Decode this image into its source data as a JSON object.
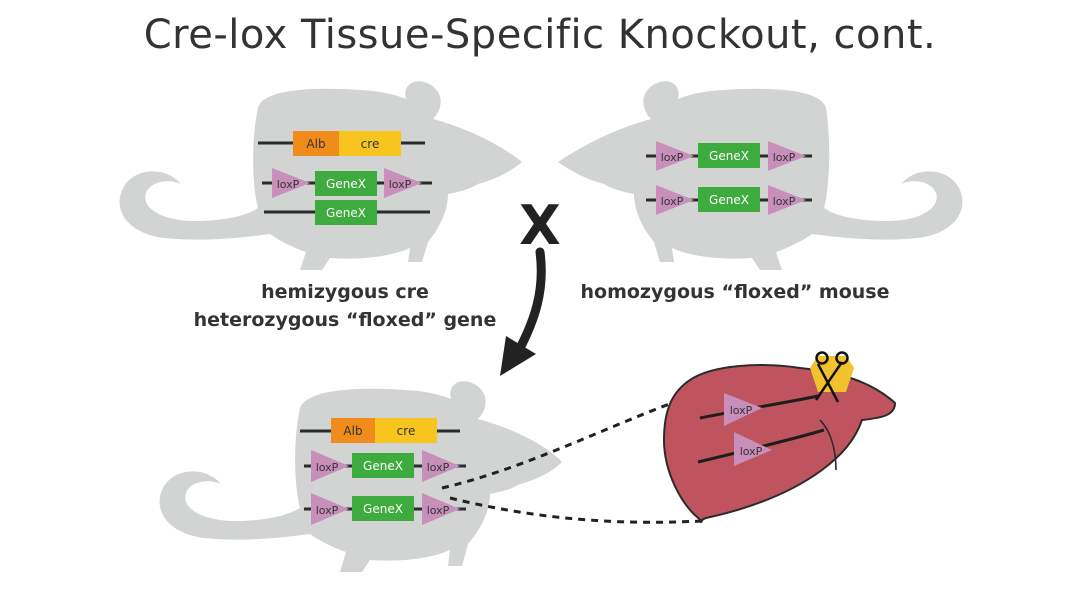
{
  "title": "Cre-lox Tissue-Specific Knockout, cont.",
  "cross_symbol": "X",
  "captions": {
    "parent_left_line1": "hemizygous cre",
    "parent_left_line2": "heterozygous “floxed” gene",
    "parent_right": "homozygous “floxed” mouse"
  },
  "labels": {
    "alb": "Alb",
    "cre": "cre",
    "loxp": "loxP",
    "genex": "GeneX"
  },
  "colors": {
    "mouse": "#d2d3d3",
    "alb": "#ef8c1b",
    "cre": "#f7c51e",
    "genex": "#3eab3e",
    "loxp": "#c88fbb",
    "liver": "#c0545e",
    "liver_outline": "#2b2b2b",
    "gallbladder": "#f2c12e",
    "dna_line": "#2b2b2b",
    "arrow": "#222222"
  }
}
